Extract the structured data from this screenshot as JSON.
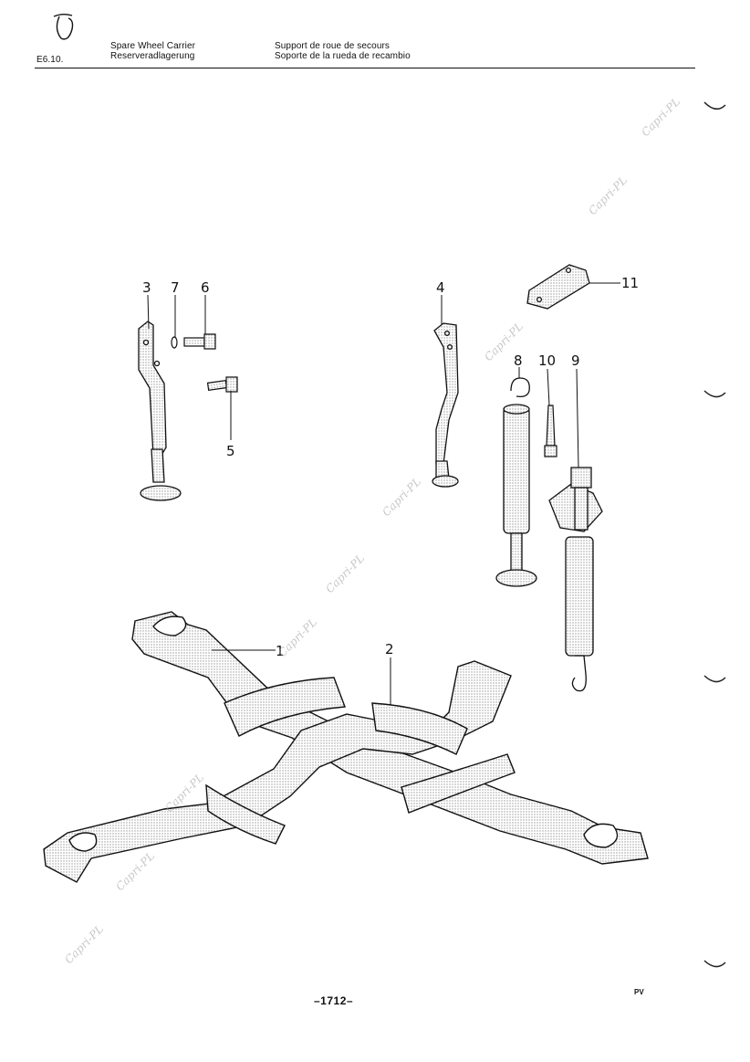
{
  "header": {
    "section_code": "E6.10.",
    "title_en": "Spare Wheel Carrier",
    "title_de": "Reserveradlagerung",
    "title_fr": "Support de roue de secours",
    "title_es": "Soporte de la rueda de recambio"
  },
  "callouts": [
    "1",
    "2",
    "3",
    "4",
    "5",
    "6",
    "7",
    "8",
    "9",
    "10",
    "11"
  ],
  "watermark": "Capri-PL",
  "footer": {
    "page_number": "–1712–",
    "code": "PV"
  },
  "colors": {
    "ink": "#111111",
    "shading": "#c8c8c8",
    "watermark": "#9a9a9a"
  }
}
